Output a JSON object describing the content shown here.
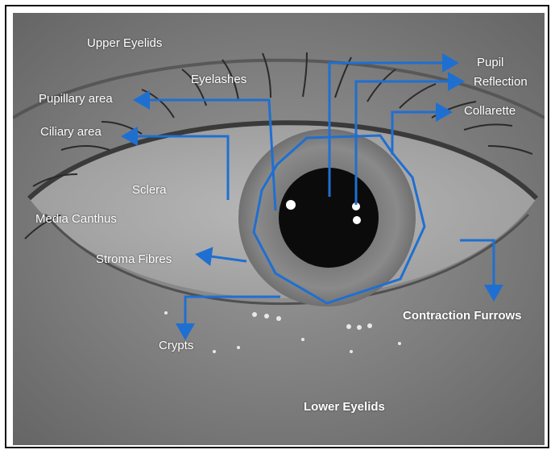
{
  "labels": {
    "upper_eyelids": "Upper Eyelids",
    "eyelashes": "Eyelashes",
    "pupillary_area": "Pupillary area",
    "ciliary_area": "Ciliary area",
    "sclera": "Sclera",
    "media_canthus": "Media Canthus",
    "stroma_fibres": "Stroma Fibres",
    "crypts": "Crypts",
    "lower_eyelids": "Lower Eyelids",
    "pupil": "Pupil",
    "reflection": "Reflection",
    "collarette": "Collarette",
    "contraction_furrows": "Contraction Furrows"
  },
  "colors": {
    "arrow": "#1f6fd1",
    "label_text": "#ffffff",
    "photo_base": "#8f8f8f",
    "pupil": "#0b0b0b"
  }
}
